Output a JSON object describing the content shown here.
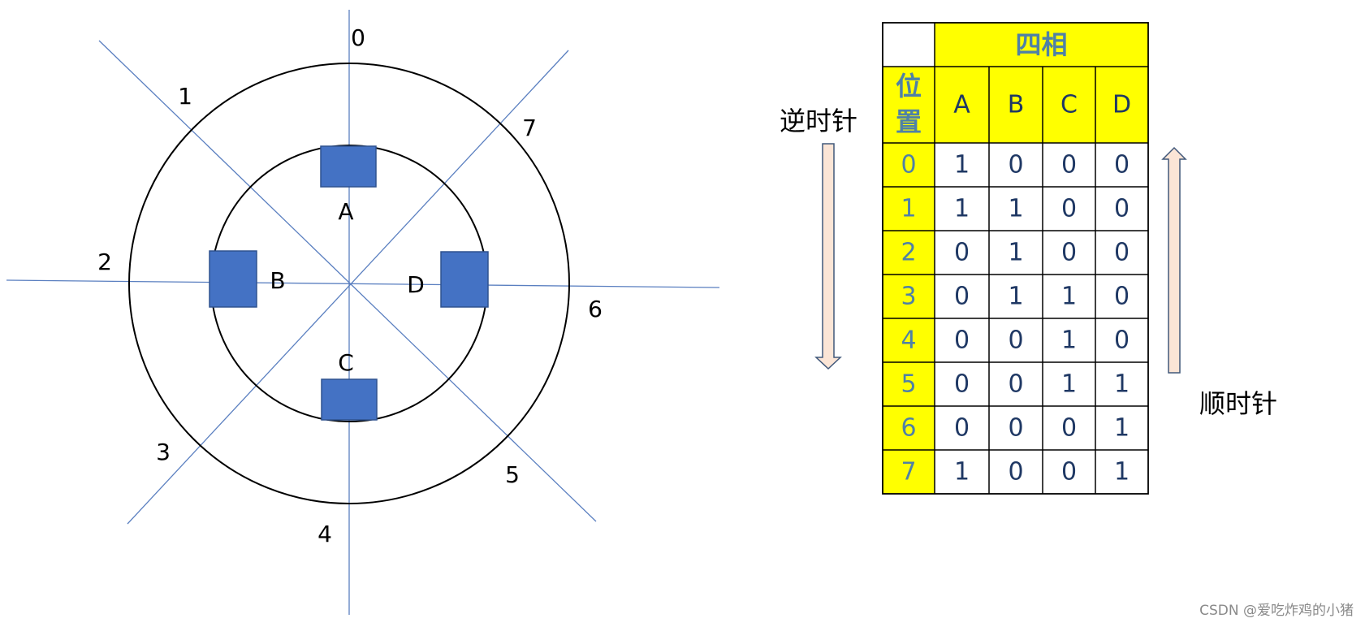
{
  "motor": {
    "position_labels": [
      "0",
      "1",
      "2",
      "3",
      "4",
      "5",
      "6",
      "7"
    ],
    "pole_labels": {
      "A": "A",
      "B": "B",
      "C": "C",
      "D": "D"
    },
    "colors": {
      "pole": "#4472c4",
      "axis": "#5a7fc0",
      "ring": "#000000"
    }
  },
  "direction": {
    "ccw_label": "逆时针",
    "cw_label": "顺时针",
    "arrow_fill": "#fbe5d6",
    "arrow_stroke": "#41587a"
  },
  "table": {
    "header_title": "四相",
    "row_header_label": "位置",
    "columns": [
      "A",
      "B",
      "C",
      "D"
    ],
    "rows": [
      {
        "pos": "0",
        "values": [
          "1",
          "0",
          "0",
          "0"
        ]
      },
      {
        "pos": "1",
        "values": [
          "1",
          "1",
          "0",
          "0"
        ]
      },
      {
        "pos": "2",
        "values": [
          "0",
          "1",
          "0",
          "0"
        ]
      },
      {
        "pos": "3",
        "values": [
          "0",
          "1",
          "1",
          "0"
        ]
      },
      {
        "pos": "4",
        "values": [
          "0",
          "0",
          "1",
          "0"
        ]
      },
      {
        "pos": "5",
        "values": [
          "0",
          "0",
          "1",
          "1"
        ]
      },
      {
        "pos": "6",
        "values": [
          "0",
          "0",
          "0",
          "1"
        ]
      },
      {
        "pos": "7",
        "values": [
          "1",
          "0",
          "0",
          "1"
        ]
      }
    ],
    "colors": {
      "highlight": "#ffff00",
      "highlight_text": "#4f81a6",
      "cell_text": "#1f3864",
      "grid": "#000000"
    }
  },
  "watermark": "CSDN @爱吃炸鸡的小猪"
}
